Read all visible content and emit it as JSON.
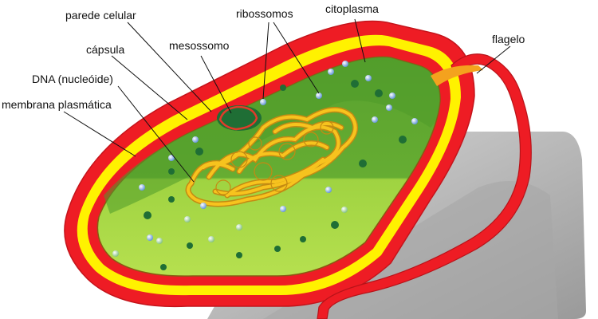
{
  "labels": {
    "parede_celular": "parede celular",
    "capsula": "cápsula",
    "dna": "DNA (nucleóide)",
    "membrana": "membrana plasmática",
    "mesossomo": "mesossomo",
    "ribossomos": "ribossomos",
    "citoplasma": "citoplasma",
    "flagelo": "flagelo"
  },
  "colors": {
    "capsule_red": "#ee1c24",
    "cell_wall_yellow": "#fff200",
    "membrane_orange": "#f7941d",
    "cytoplasm_light": "#9bd23f",
    "cytoplasm_dark": "#5aa02c",
    "dna_yellow": "#f7c31e",
    "dna_outline": "#c48a12",
    "shadow_gray": "#b5b5b5",
    "mesosome_green": "#1f6e35",
    "ribosome_blue": "#7fa9e0",
    "leader_line": "#111111"
  }
}
